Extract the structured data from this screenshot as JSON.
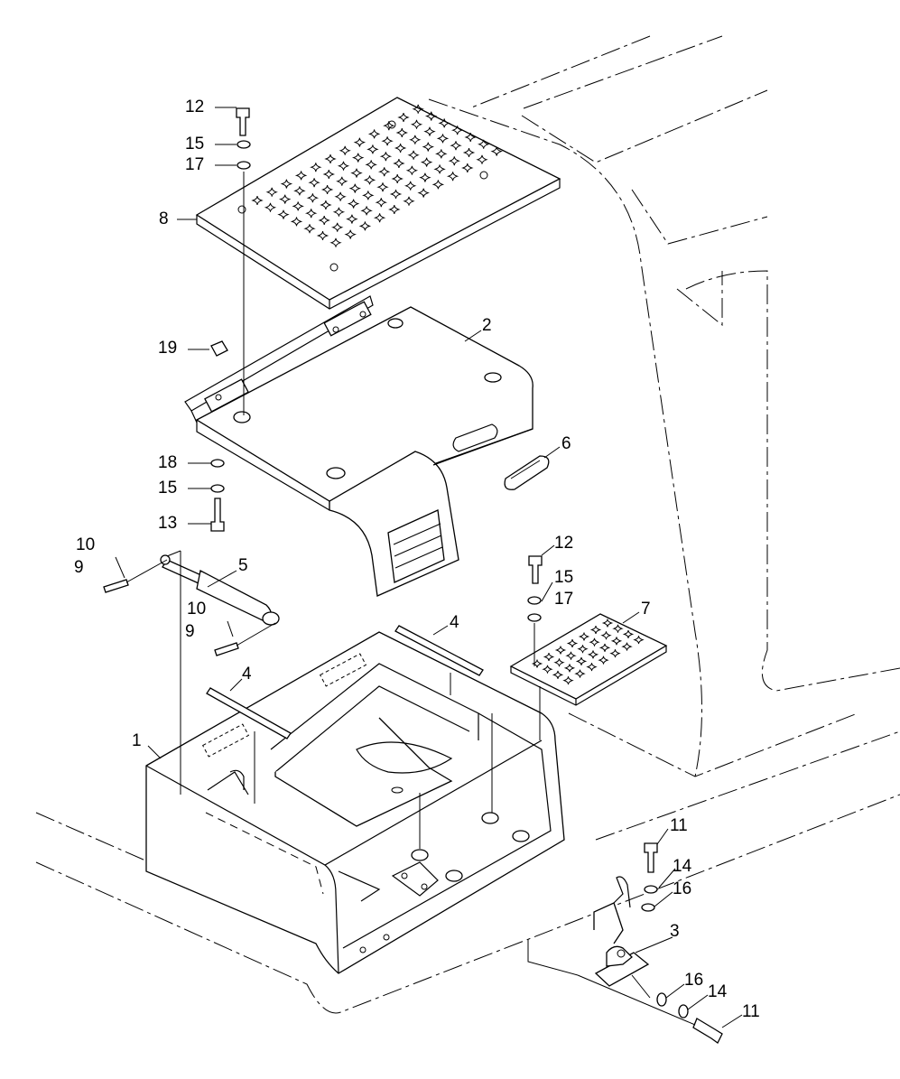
{
  "callouts": [
    {
      "id": "c12a",
      "label": "12"
    },
    {
      "id": "c15a",
      "label": "15"
    },
    {
      "id": "c17a",
      "label": "17"
    },
    {
      "id": "c8",
      "label": "8"
    },
    {
      "id": "c2",
      "label": "2"
    },
    {
      "id": "c19",
      "label": "19"
    },
    {
      "id": "c6",
      "label": "6"
    },
    {
      "id": "c18",
      "label": "18"
    },
    {
      "id": "c15b",
      "label": "15"
    },
    {
      "id": "c13",
      "label": "13"
    },
    {
      "id": "c10a",
      "label": "10"
    },
    {
      "id": "c9a",
      "label": "9"
    },
    {
      "id": "c5",
      "label": "5"
    },
    {
      "id": "c10b",
      "label": "10"
    },
    {
      "id": "c9b",
      "label": "9"
    },
    {
      "id": "c12b",
      "label": "12"
    },
    {
      "id": "c15c",
      "label": "15"
    },
    {
      "id": "c17b",
      "label": "17"
    },
    {
      "id": "c7",
      "label": "7"
    },
    {
      "id": "c4a",
      "label": "4"
    },
    {
      "id": "c4b",
      "label": "4"
    },
    {
      "id": "c1",
      "label": "1"
    },
    {
      "id": "c11a",
      "label": "11"
    },
    {
      "id": "c14a",
      "label": "14"
    },
    {
      "id": "c16a",
      "label": "16"
    },
    {
      "id": "c3",
      "label": "3"
    },
    {
      "id": "c16b",
      "label": "16"
    },
    {
      "id": "c14b",
      "label": "14"
    },
    {
      "id": "c11b",
      "label": "11"
    }
  ]
}
